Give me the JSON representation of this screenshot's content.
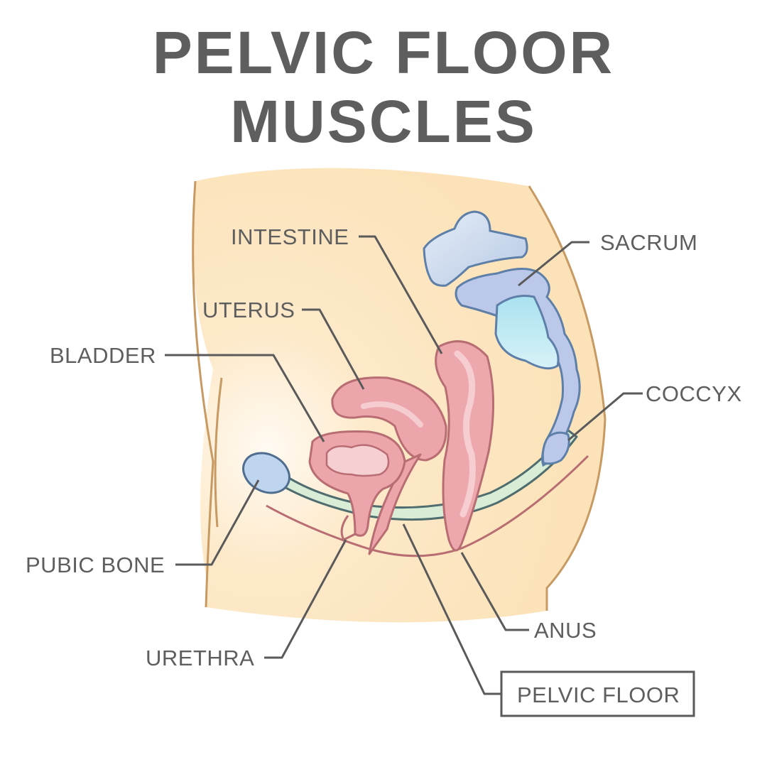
{
  "title": "PELVIC FLOOR MUSCLES",
  "labels": {
    "intestine": "INTESTINE",
    "sacrum": "SACRUM",
    "uterus": "UTERUS",
    "bladder": "BLADDER",
    "coccyx": "COCCYX",
    "pubic_bone": "PUBIC BONE",
    "anus": "ANUS",
    "urethra": "URETHRA",
    "pelvic_floor": "PELVIC FLOOR"
  },
  "colors": {
    "skin": "#fbe6c2",
    "skin_outline": "#c79a63",
    "organ_pink": "#ea9ea4",
    "organ_outline": "#b86d73",
    "bone_blue": "#bcd1ec",
    "bone_outline": "#5d7fa8",
    "muscle_green": "#d8ecd6",
    "text": "#5e5e5e"
  }
}
